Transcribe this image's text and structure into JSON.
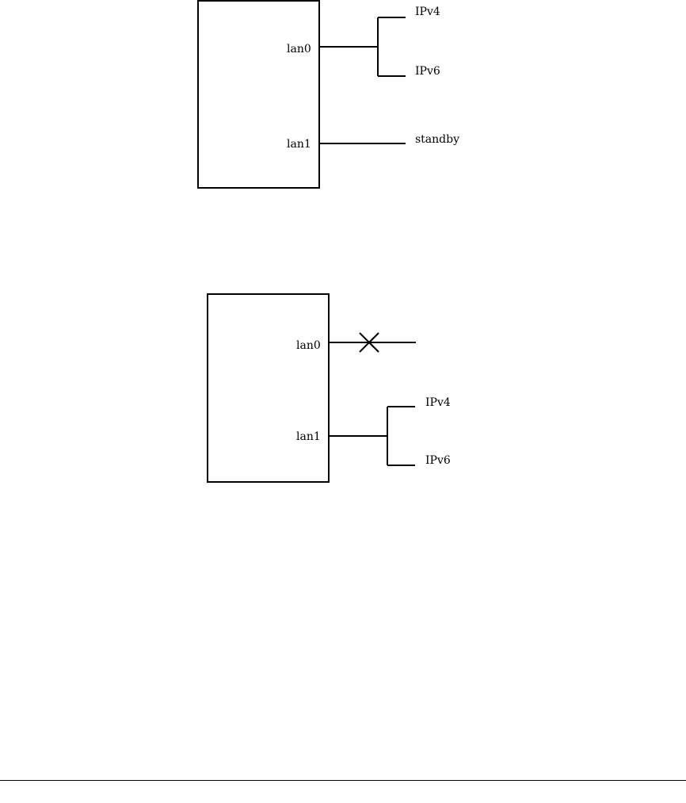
{
  "diagram_top": {
    "interface_0": "lan0",
    "interface_1": "lan1",
    "lan0_branch_upper": "IPv4",
    "lan0_branch_lower": "IPv6",
    "lan1_state": "standby"
  },
  "diagram_bottom": {
    "interface_0": "lan0",
    "interface_1": "lan1",
    "lan1_branch_upper": "IPv4",
    "lan1_branch_lower": "IPv6"
  },
  "colors": {
    "stroke": "#000000",
    "background": "#ffffff"
  }
}
